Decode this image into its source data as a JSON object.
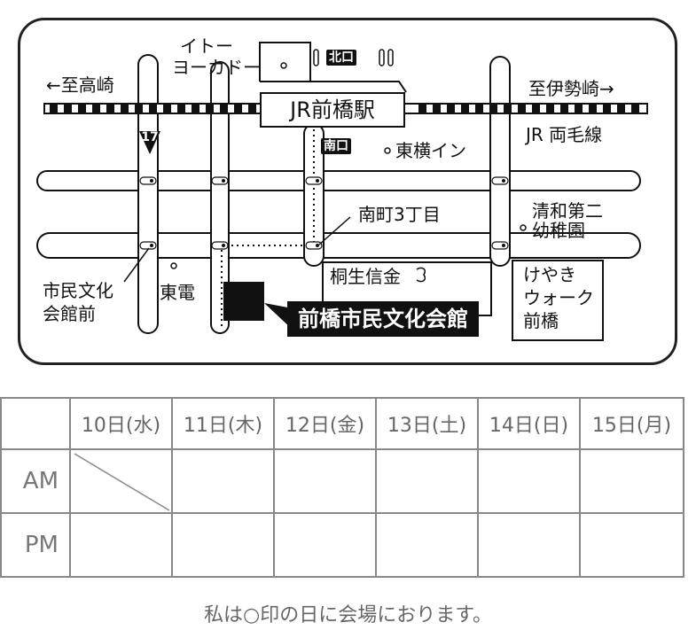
{
  "map": {
    "direction_west": "←至高崎",
    "direction_east": "至伊勢崎→",
    "station_name": "JR前橋駅",
    "line_name": "JR 両毛線",
    "north_exit": "北口",
    "south_exit": "南口",
    "route_number": "17",
    "venue_name": "前橋市民文化会館",
    "landmarks": {
      "ito_yokado_line1": "イトー",
      "ito_yokado_line2": "ヨーカドー",
      "toyoko_inn": "東横イン",
      "minami_cho": "南町3丁目",
      "seiwa_line1": "清和第二",
      "seiwa_line2": "幼稚園",
      "kiryu_shinkin": "桐生信金",
      "keyaki_line1": "けやき",
      "keyaki_line2": "ウォーク",
      "keyaki_line3": "前橋",
      "shimin_line1": "市民文化",
      "shimin_line2": "会館前",
      "toden": "東電"
    },
    "colors": {
      "ink": "#111111",
      "paper": "#ffffff",
      "rail": "#111111"
    }
  },
  "schedule": {
    "days": [
      "10日(水)",
      "11日(木)",
      "12日(金)",
      "13日(土)",
      "14日(日)",
      "15日(月)"
    ],
    "rows": [
      "AM",
      "PM"
    ],
    "colors": {
      "grid": "#888888",
      "text": "#666666"
    }
  },
  "footer": {
    "note": "私は○印の日に会場におります。"
  }
}
